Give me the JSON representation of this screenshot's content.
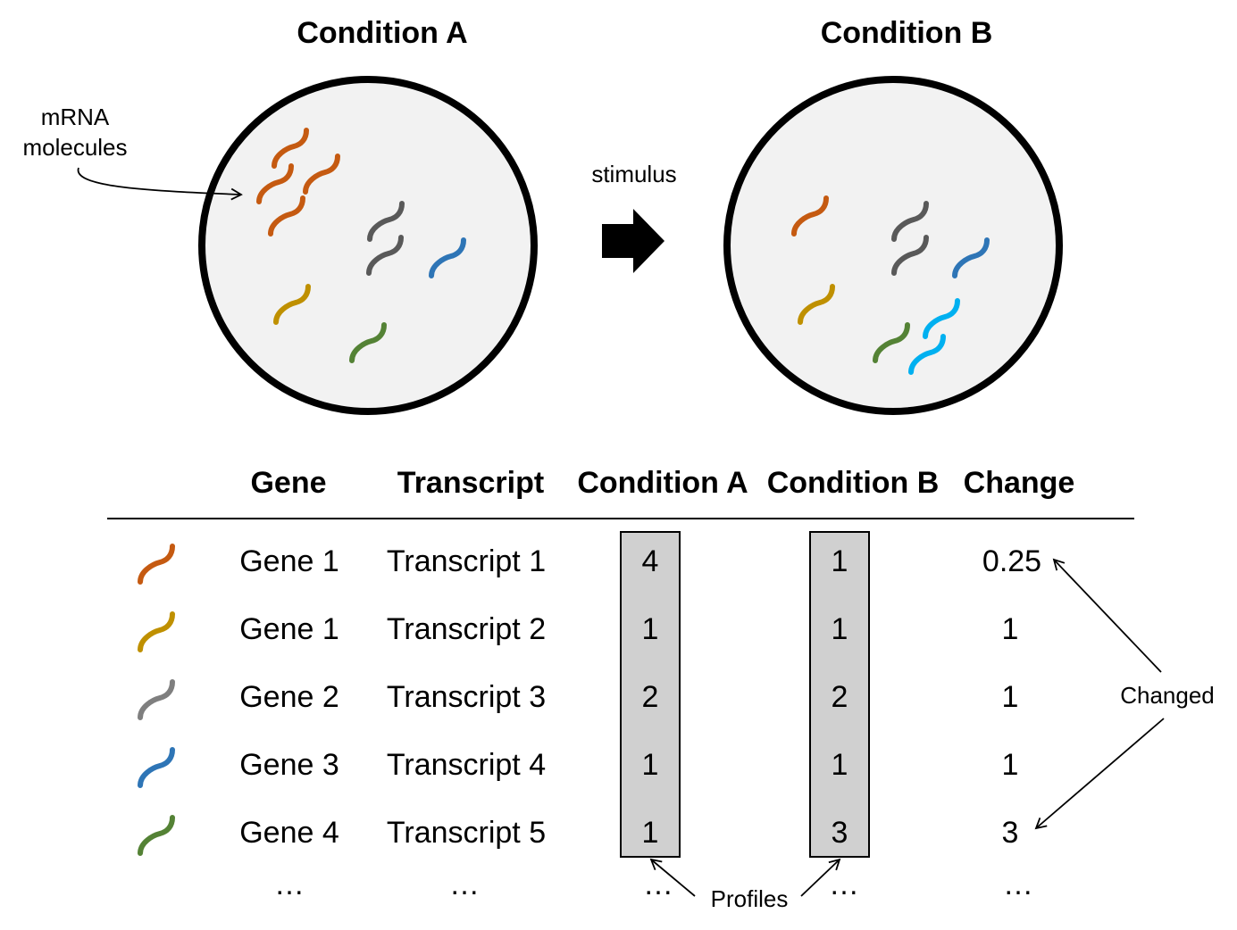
{
  "colors": {
    "transcript1": "#c55a11",
    "transcript2": "#bf9000",
    "transcript3": "#7f7f7f",
    "transcript3_cell": "#595959",
    "transcript4": "#2e75b6",
    "transcript5": "#548235",
    "new_transcript": "#00b0f0"
  },
  "top": {
    "condition_a_title": "Condition A",
    "condition_b_title": "Condition B",
    "mrna_label_line1": "mRNA",
    "mrna_label_line2": "molecules",
    "stimulus_label": "stimulus"
  },
  "table": {
    "headers": {
      "gene": "Gene",
      "transcript": "Transcript",
      "condition_a": "Condition A",
      "condition_b": "Condition B",
      "change": "Change"
    },
    "rows": [
      {
        "gene": "Gene 1",
        "transcript": "Transcript 1",
        "cond_a": "4",
        "cond_b": "1",
        "change": "0.25",
        "color": "#c55a11"
      },
      {
        "gene": "Gene 1",
        "transcript": "Transcript 2",
        "cond_a": "1",
        "cond_b": "1",
        "change": "1",
        "color": "#bf9000"
      },
      {
        "gene": "Gene 2",
        "transcript": "Transcript 3",
        "cond_a": "2",
        "cond_b": "2",
        "change": "1",
        "color": "#7f7f7f"
      },
      {
        "gene": "Gene 3",
        "transcript": "Transcript 4",
        "cond_a": "1",
        "cond_b": "1",
        "change": "1",
        "color": "#2e75b6"
      },
      {
        "gene": "Gene 4",
        "transcript": "Transcript 5",
        "cond_a": "1",
        "cond_b": "3",
        "change": "3",
        "color": "#548235"
      }
    ],
    "ellipsis": "…",
    "profiles_label": "Profiles",
    "changed_label": "Changed"
  }
}
